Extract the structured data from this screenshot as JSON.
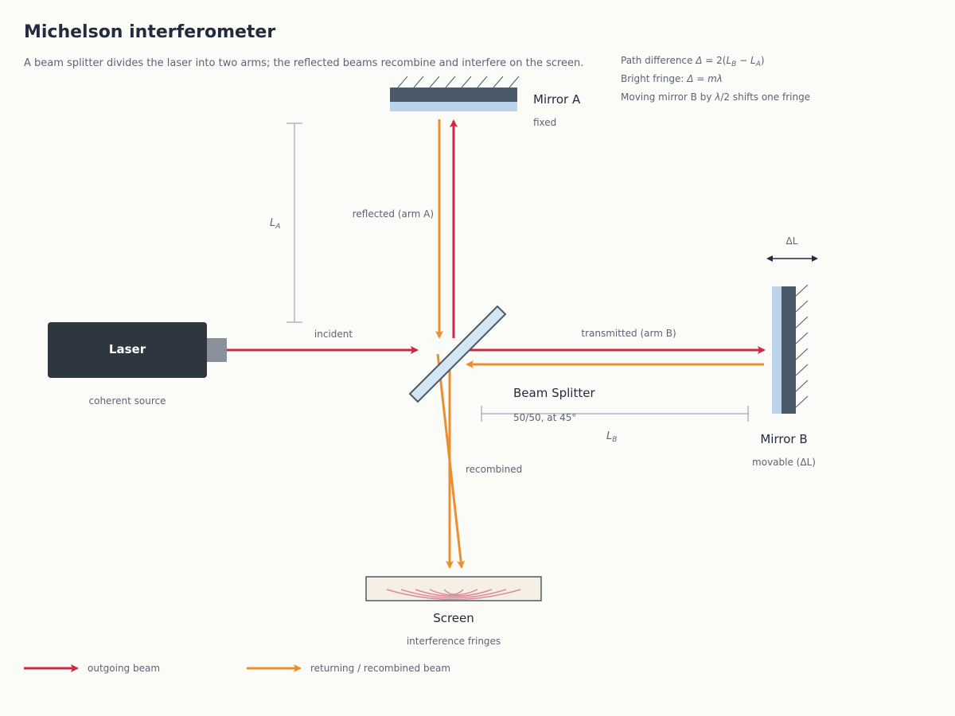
{
  "title": "Michelson interferometer",
  "subtitle": "A beam splitter divides the laser into two arms; the reflected beams recombine and interfere on the screen.",
  "notes": {
    "path_difference": "Path difference Δ = 2(L_B − L_A)",
    "bright_fringe": "Bright fringe: Δ = mλ",
    "shift": "Moving mirror B by λ/2 shifts one fringe"
  },
  "components": {
    "laser": {
      "label": "Laser",
      "sub": "coherent source"
    },
    "mirror_a": {
      "label": "Mirror A",
      "sub": "fixed"
    },
    "mirror_b": {
      "label": "Mirror B",
      "sub": "movable (ΔL)",
      "delta_label": "ΔL"
    },
    "beam_splitter": {
      "label": "Beam Splitter",
      "sub": "50/50, at 45°"
    },
    "screen": {
      "label": "Screen",
      "sub": "interference fringes"
    }
  },
  "beams": {
    "incident": "incident",
    "arm_a": "reflected (arm A)",
    "arm_b": "transmitted (arm B)",
    "recombined": "recombined"
  },
  "dimensions": {
    "la": {
      "main": "L",
      "sub": "A"
    },
    "lb": {
      "main": "L",
      "sub": "B"
    }
  },
  "legend": {
    "outgoing": "outgoing beam",
    "returning": "returning / recombined beam"
  },
  "colors": {
    "outgoing": "#cc2a44",
    "returning": "#ea8f31",
    "mirror_dark": "#4a5a6b",
    "mirror_light": "#b9d3ea",
    "laser_body": "#2e3640",
    "text_dark": "#232b3e",
    "text_muted": "#5b6476"
  }
}
